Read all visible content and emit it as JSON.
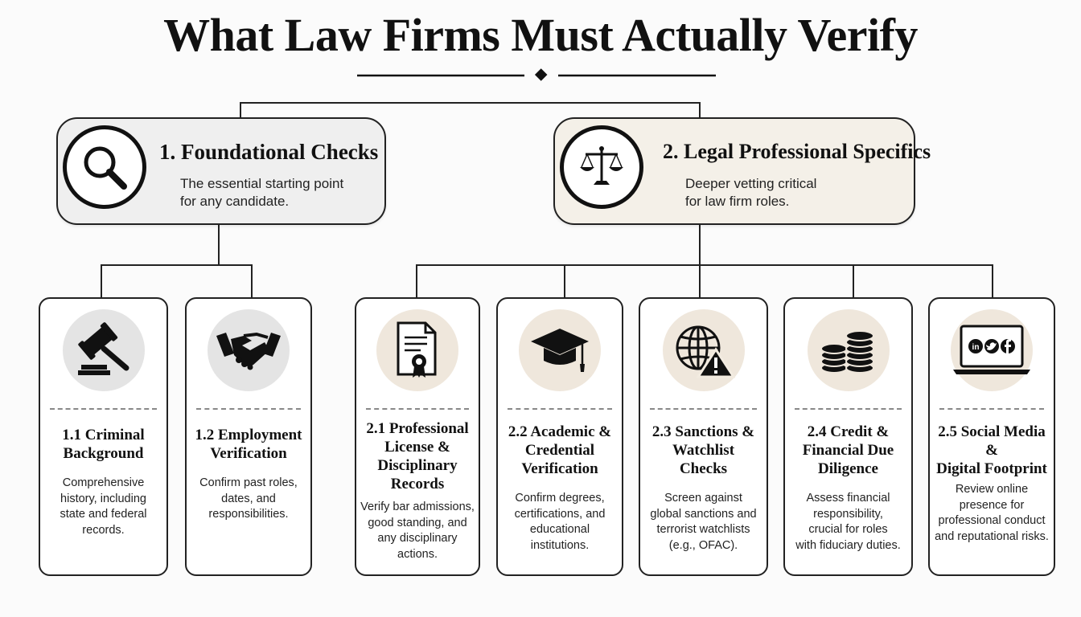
{
  "title": "What Law Firms Must Actually Verify",
  "categories": [
    {
      "title": "1. Foundational Checks",
      "desc": "The essential starting point\nfor any candidate.",
      "icon": "magnifier-icon"
    },
    {
      "title": "2. Legal Professional Specifics",
      "desc": "Deeper vetting critical\nfor law firm roles.",
      "icon": "scales-icon"
    }
  ],
  "items": [
    {
      "title": "1.1 Criminal\nBackground",
      "desc": "Comprehensive\nhistory, including\nstate and federal\nrecords.",
      "icon": "gavel-icon"
    },
    {
      "title": "1.2 Employment\nVerification",
      "desc": "Confirm past roles,\ndates, and\nresponsibilities.",
      "icon": "handshake-icon"
    },
    {
      "title": "2.1 Professional\nLicense &\nDisciplinary\nRecords",
      "desc": "Verify bar admissions,\ngood standing, and\nany disciplinary\nactions.",
      "icon": "certificate-icon"
    },
    {
      "title": "2.2 Academic &\nCredential\nVerification",
      "desc": "Confirm degrees,\ncertifications, and\neducational\ninstitutions.",
      "icon": "graduation-cap-icon"
    },
    {
      "title": "2.3 Sanctions &\nWatchlist\nChecks",
      "desc": "Screen against\nglobal sanctions and\nterrorist watchlists\n(e.g., OFAC).",
      "icon": "globe-warning-icon"
    },
    {
      "title": "2.4 Credit &\nFinancial Due\nDiligence",
      "desc": "Assess financial\nresponsibility,\ncrucial for roles\nwith fiduciary duties.",
      "icon": "coins-icon"
    },
    {
      "title": "2.5 Social Media &\nDigital Footprint",
      "desc": "Review online\npresence for\nprofessional conduct\nand reputational risks.",
      "icon": "laptop-social-icon"
    }
  ]
}
